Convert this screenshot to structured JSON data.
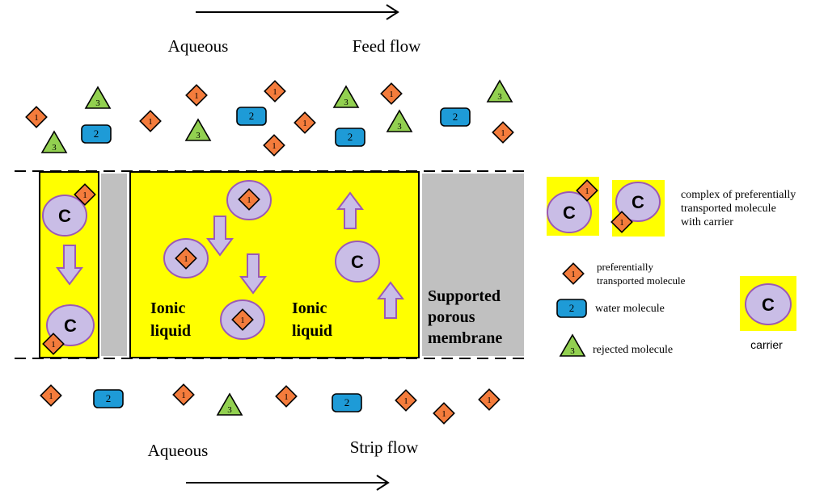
{
  "top": {
    "left_label": "Aqueous",
    "right_label": "Feed flow"
  },
  "bottom": {
    "left_label": "Aqueous",
    "right_label": "Strip flow"
  },
  "membrane": {
    "left_region_label": "Ionic\nliquid",
    "right_region_label": "Ionic\nliquid",
    "support_label": "Supported\nporous\nmembrane"
  },
  "legend": {
    "complex_label": "complex of preferentially\ntransported molecule\nwith carrier",
    "preferential_label": "preferentially\ntransported molecule",
    "water_label": "water molecule",
    "rejected_label": "rejected molecule",
    "carrier_label": "carrier"
  },
  "symbols": {
    "preferential_number": "1",
    "water_number": "2",
    "rejected_number": "3",
    "carrier_letter": "C"
  },
  "colors": {
    "liquid_yellow": "#ffff00",
    "support_gray": "#c0c0c0",
    "carrier_fill": "#c9bde6",
    "carrier_stroke": "#9b59b6",
    "preferential_orange": "#f47c3c",
    "water_blue": "#1e9bd7",
    "rejected_green": "#92d050"
  }
}
